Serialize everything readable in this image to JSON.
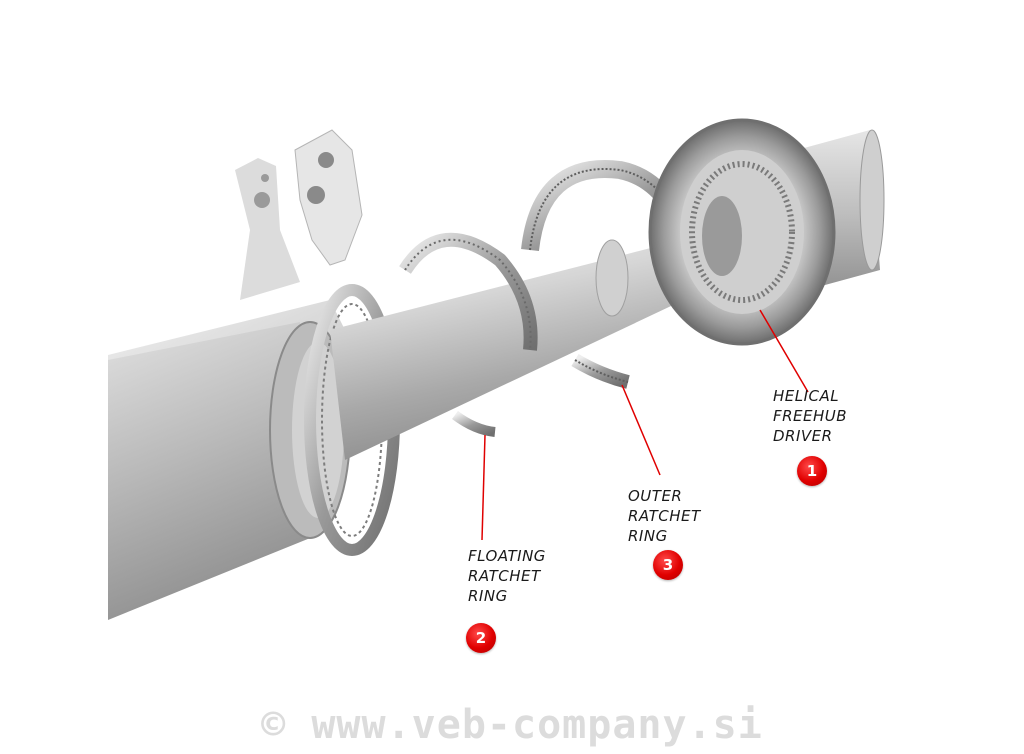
{
  "labels": [
    {
      "id": "helical",
      "lines": [
        "HELICAL",
        "FREEHUB",
        "DRIVER"
      ],
      "number": "1"
    },
    {
      "id": "floating",
      "lines": [
        "FLOATING",
        "RATCHET",
        "RING"
      ],
      "number": "2"
    },
    {
      "id": "outer",
      "lines": [
        "OUTER",
        "RATCHET",
        "RING"
      ],
      "number": "3"
    }
  ],
  "watermark": "© www.veb-company.si",
  "colors": {
    "badge": "#e00000",
    "leader_line": "#e00000",
    "metal": "#c8c8c8"
  }
}
